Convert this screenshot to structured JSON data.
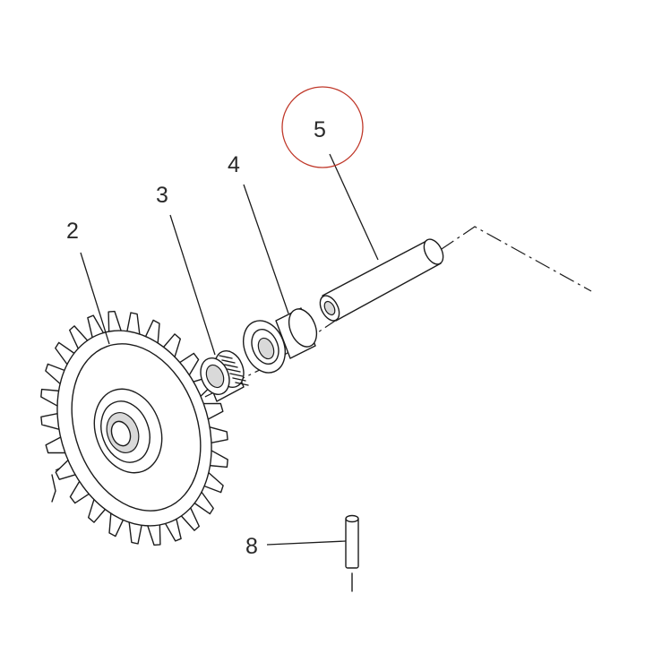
{
  "parts": [
    {
      "id": "gear",
      "label": "2"
    },
    {
      "id": "needle-bearing",
      "label": "3"
    },
    {
      "id": "bushing",
      "label": "4"
    },
    {
      "id": "shaft",
      "label": "5"
    },
    {
      "id": "pin",
      "label": "8"
    }
  ],
  "highlight": {
    "part_label": "5",
    "color": "#c0392b"
  },
  "colors": {
    "line": "#1c1c1c",
    "background": "#ffffff",
    "highlight": "#c0392b"
  }
}
